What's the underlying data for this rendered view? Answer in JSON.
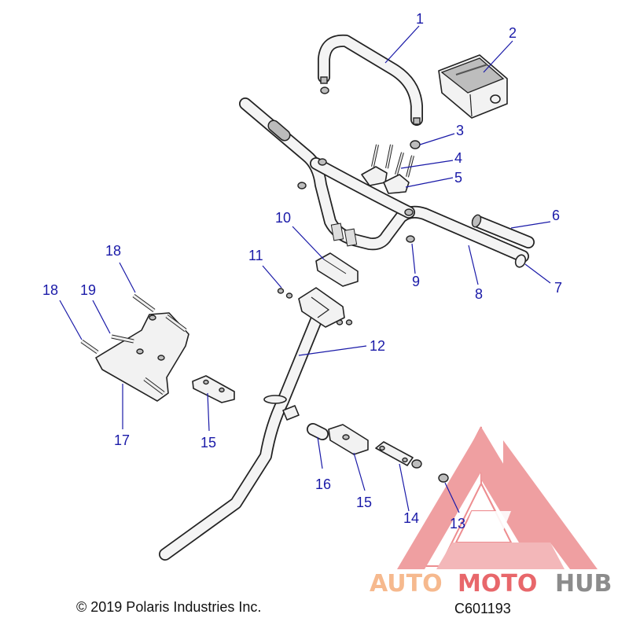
{
  "callouts": [
    {
      "id": "c1",
      "label": "1"
    },
    {
      "id": "c2",
      "label": "2"
    },
    {
      "id": "c3",
      "label": "3"
    },
    {
      "id": "c4",
      "label": "4"
    },
    {
      "id": "c5",
      "label": "5"
    },
    {
      "id": "c6",
      "label": "6"
    },
    {
      "id": "c7",
      "label": "7"
    },
    {
      "id": "c8",
      "label": "8"
    },
    {
      "id": "c9",
      "label": "9"
    },
    {
      "id": "c10",
      "label": "10"
    },
    {
      "id": "c11",
      "label": "11"
    },
    {
      "id": "c12",
      "label": "12"
    },
    {
      "id": "c13",
      "label": "13"
    },
    {
      "id": "c14",
      "label": "14"
    },
    {
      "id": "c15a",
      "label": "15"
    },
    {
      "id": "c15b",
      "label": "15"
    },
    {
      "id": "c16",
      "label": "16"
    },
    {
      "id": "c17",
      "label": "17"
    },
    {
      "id": "c18a",
      "label": "18"
    },
    {
      "id": "c18b",
      "label": "18"
    },
    {
      "id": "c19",
      "label": "19"
    }
  ],
  "footer": {
    "copyright": "© 2019 Polaris Industries Inc.",
    "diagram_code": "C601193"
  },
  "watermark": {
    "part1": "AUTO",
    "part2": "MOTO",
    "part3": "HUB",
    "color_light": "#f6b98e",
    "color_red": "#e8676b",
    "color_gray": "#8c8c8c"
  },
  "colors": {
    "callout": "#1a1aa8"
  }
}
